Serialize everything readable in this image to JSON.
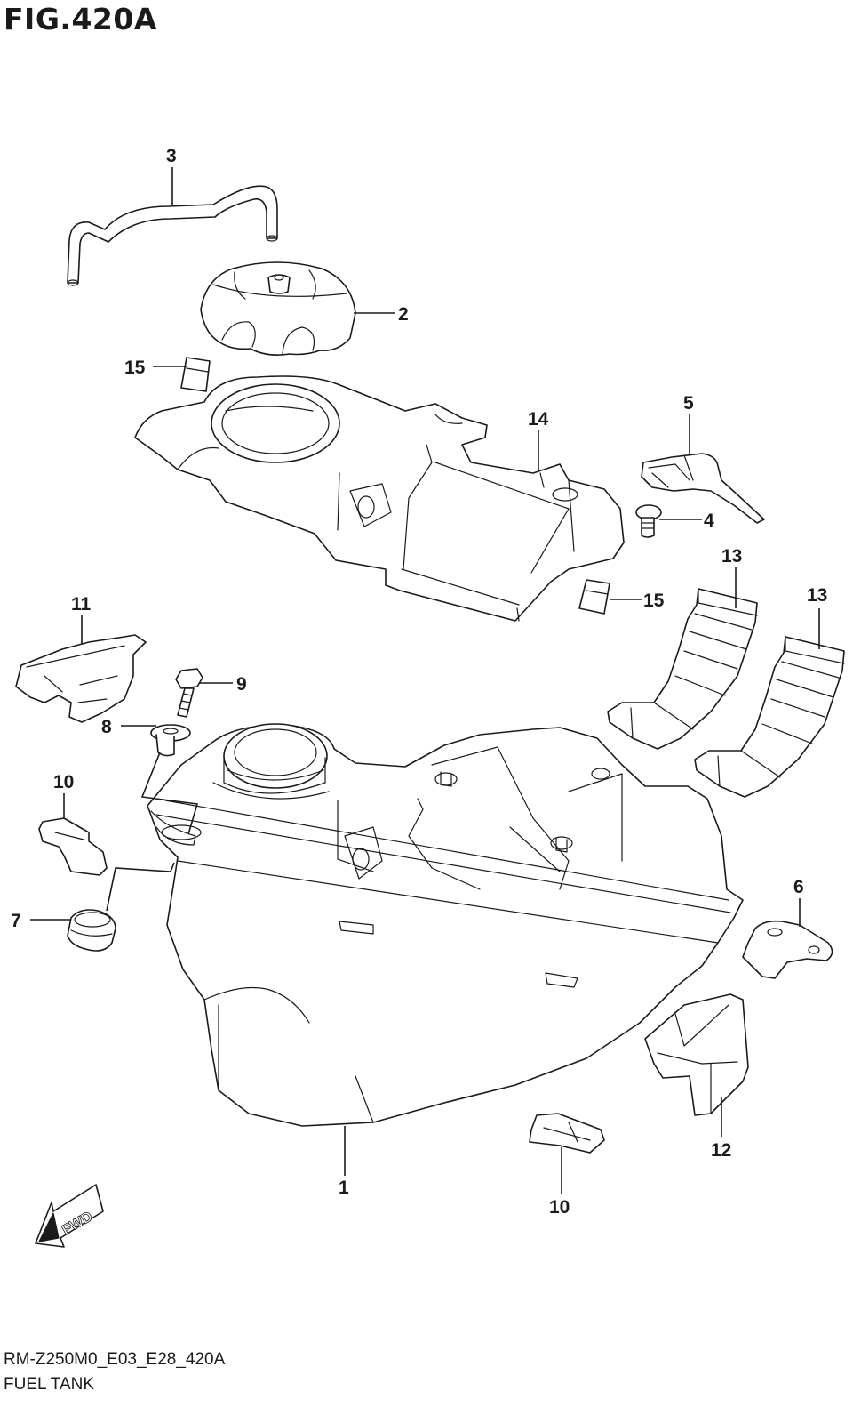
{
  "title": "FIG.420A",
  "fwd_label": "FWD",
  "footer": {
    "code": "RM-Z250M0_E03_E28_420A",
    "name": "FUEL TANK"
  },
  "callouts": [
    "1",
    "2",
    "3",
    "4",
    "5",
    "6",
    "7",
    "8",
    "9",
    "10",
    "10",
    "11",
    "12",
    "13",
    "13",
    "14",
    "15",
    "15"
  ]
}
